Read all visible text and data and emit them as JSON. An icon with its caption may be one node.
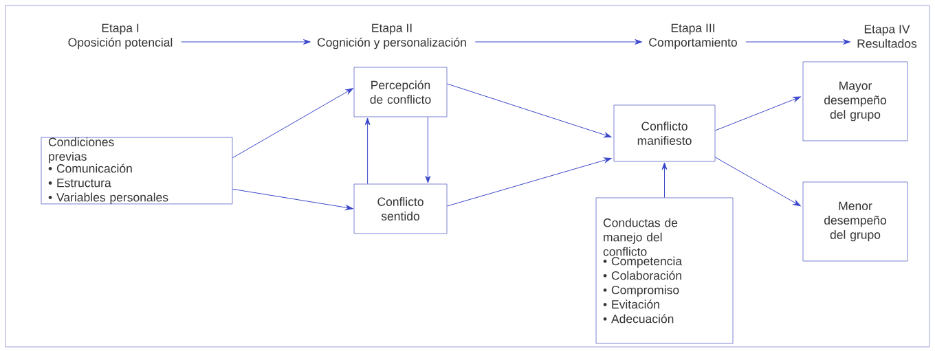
{
  "diagram": {
    "nodes": [
      {
        "text": [
          "Etapa I",
          "Oposición potencial"
        ]
      },
      {
        "text": [
          "Etapa II",
          "Cognición y personalización"
        ]
      },
      {
        "text": [
          "Etapa III",
          "Comportamiento"
        ]
      },
      {
        "text": [
          "Etapa IV",
          "Resultados"
        ]
      },
      {
        "text": [
          "Condiciones previas",
          "• Comunicación",
          "• Estructura",
          "• Variables personales"
        ]
      },
      {
        "text": [
          "Percepción de conflicto"
        ]
      },
      {
        "text": [
          "Conflicto sentido"
        ]
      },
      {
        "text": [
          "Conflicto manifiesto"
        ]
      },
      {
        "text": [
          "Conductas de manejo del conflicto",
          "• Competencia",
          "• Colaboración",
          "• Compromiso",
          "• Evitación",
          "• Adecuación"
        ]
      },
      {
        "text": [
          "Mayor desempeño del grupo"
        ]
      },
      {
        "text": [
          "Menor desempeño del grupo"
        ]
      }
    ],
    "edges": [
      {
        "from": 0,
        "to": 1,
        "arrow": "to"
      },
      {
        "from": 1,
        "to": 2,
        "arrow": "to"
      },
      {
        "from": 2,
        "to": 3,
        "arrow": "to"
      },
      {
        "from": 4,
        "to": 5,
        "arrow": "to"
      },
      {
        "from": 4,
        "to": 6,
        "arrow": "to"
      },
      {
        "from": 6,
        "to": 5,
        "arrow": "to"
      },
      {
        "from": 5,
        "to": 6,
        "arrow": "to"
      },
      {
        "from": 5,
        "to": 7,
        "arrow": "to"
      },
      {
        "from": 6,
        "to": 7,
        "arrow": "to"
      },
      {
        "from": 8,
        "to": 7,
        "arrow": "to"
      },
      {
        "from": 7,
        "to": 9,
        "arrow": "to"
      },
      {
        "from": 7,
        "to": 10,
        "arrow": "to"
      }
    ]
  }
}
